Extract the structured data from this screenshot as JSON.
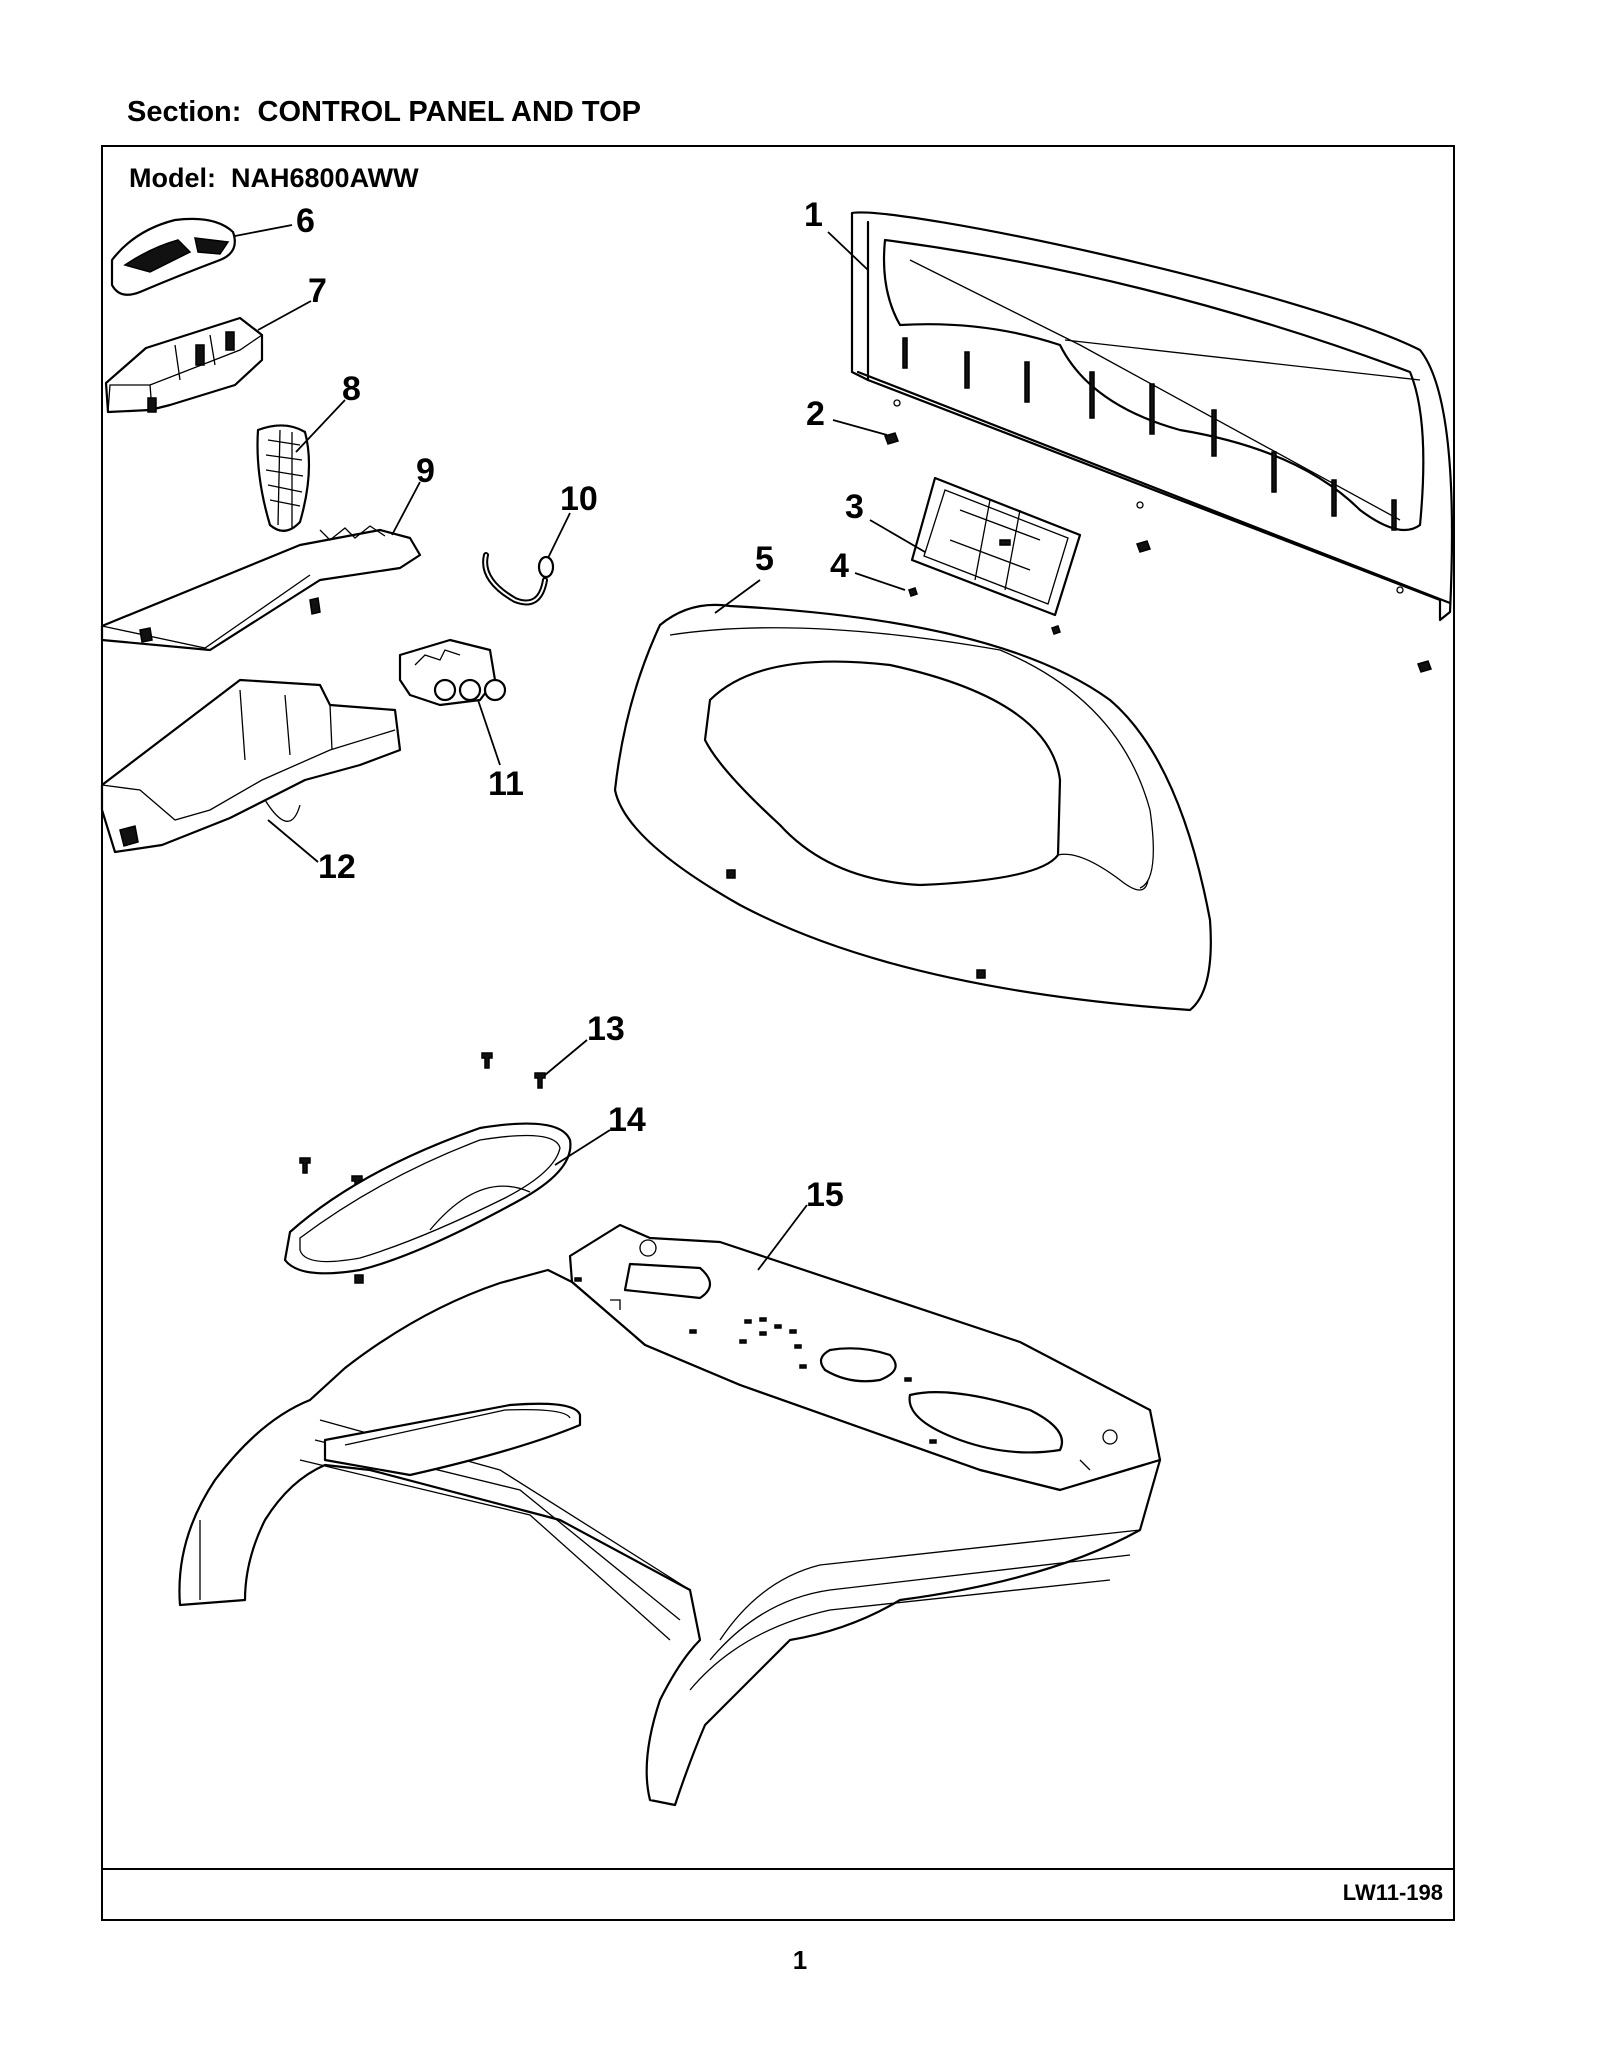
{
  "section": {
    "label": "Section:",
    "name": "CONTROL PANEL AND TOP"
  },
  "model": {
    "label": "Model:",
    "number": "NAH6800AWW"
  },
  "drawing_code": "LW11-198",
  "page_number": "1",
  "callouts": [
    {
      "id": "1",
      "text": "1"
    },
    {
      "id": "2",
      "text": "2"
    },
    {
      "id": "3",
      "text": "3"
    },
    {
      "id": "4",
      "text": "4"
    },
    {
      "id": "5",
      "text": "5"
    },
    {
      "id": "6",
      "text": "6"
    },
    {
      "id": "7",
      "text": "7"
    },
    {
      "id": "8",
      "text": "8"
    },
    {
      "id": "9",
      "text": "9"
    },
    {
      "id": "10",
      "text": "10"
    },
    {
      "id": "11",
      "text": "11"
    },
    {
      "id": "12",
      "text": "12"
    },
    {
      "id": "13",
      "text": "13"
    },
    {
      "id": "14",
      "text": "14"
    },
    {
      "id": "15",
      "text": "15"
    }
  ]
}
